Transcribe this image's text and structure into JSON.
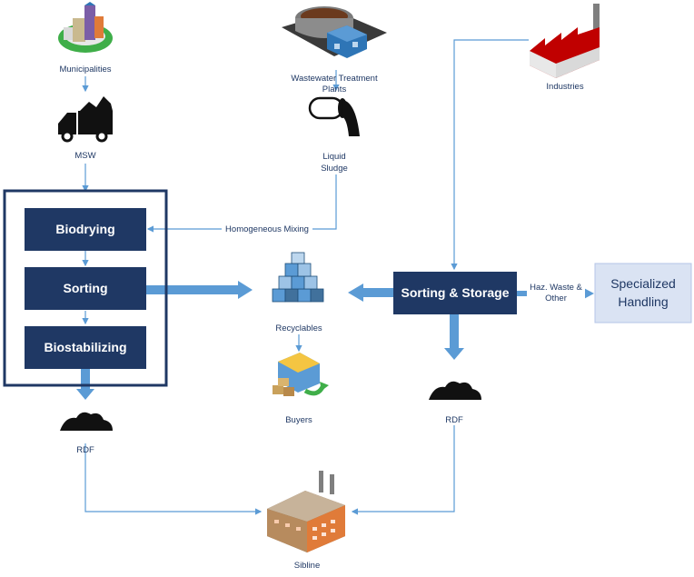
{
  "nodes": {
    "municipalities": "Municipalities",
    "msw": "MSW",
    "wastewater_line1": "Wastewater Treatment",
    "wastewater_line2": "Plants",
    "liquid_sludge_line1": "Liquid",
    "liquid_sludge_line2": "Sludge",
    "industries": "Industries",
    "biodrying": "Biodrying",
    "sorting": "Sorting",
    "biostabilizing": "Biostabilizing",
    "recyclables": "Recyclables",
    "buyers": "Buyers",
    "sorting_storage": "Sorting & Storage",
    "specialized_line1": "Specialized",
    "specialized_line2": "Handling",
    "rdf_left": "RDF",
    "rdf_right": "RDF",
    "sibline": "Sibline"
  },
  "edges": {
    "homogeneous_mixing": "Homogeneous Mixing",
    "haz_waste_line1": "Haz. Waste &",
    "haz_waste_line2": "Other"
  },
  "colors": {
    "process_box": "#1f3864",
    "connector": "#5b9bd5",
    "specialized_fill": "#dae3f3"
  }
}
